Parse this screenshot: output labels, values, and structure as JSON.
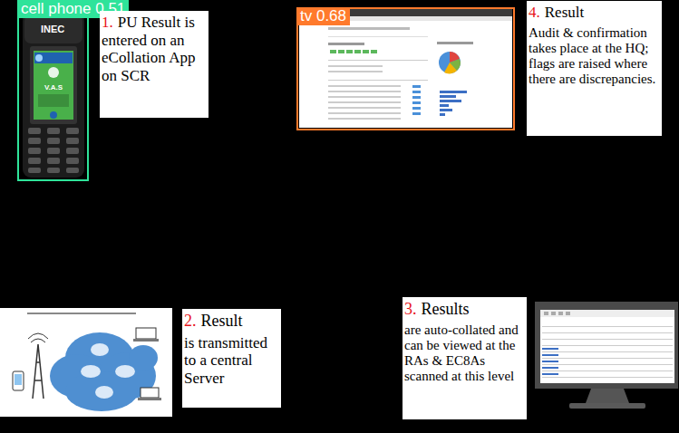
{
  "diagram": {
    "nodes": [
      {
        "text": [
          "cell phone 0.51"
        ]
      },
      {
        "text": [
          "1.",
          "PU Result is entered on an eCollation App on SCR"
        ]
      },
      {
        "text": [
          "tv 0.68"
        ]
      },
      {
        "text": [
          "4.",
          "Result",
          "Audit & confirmation takes place at the HQ; flags are raised where there are discrepancies."
        ]
      },
      {
        "text": [
          "2.",
          "Result",
          "is transmitted to a central Server"
        ]
      },
      {
        "text": [
          "3.",
          "Results",
          "are auto-collated and can be viewed at the RAs & EC8As scanned at this level"
        ]
      }
    ],
    "labels": [
      "INEC",
      "V.A.S"
    ]
  }
}
